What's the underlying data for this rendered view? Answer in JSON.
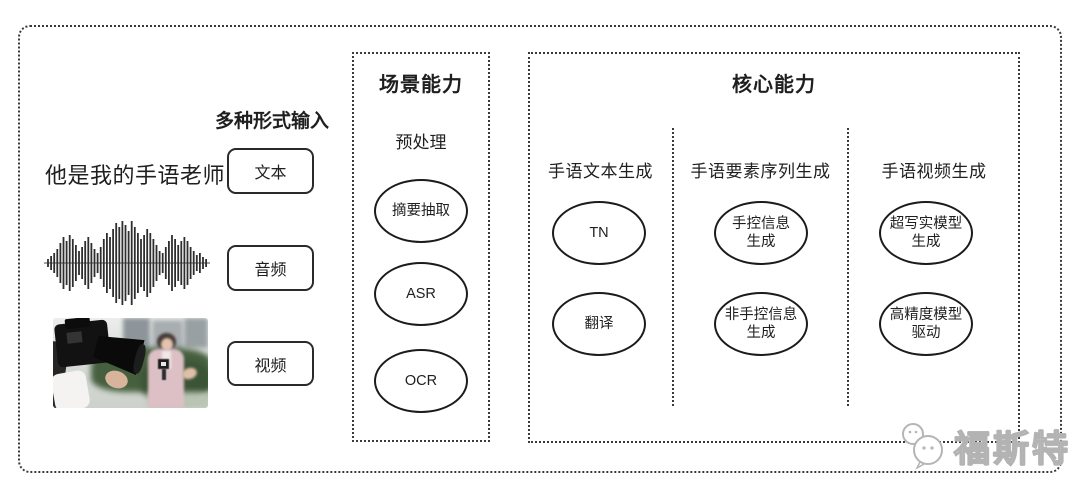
{
  "input": {
    "label": "多种形式输入",
    "sentence": "他是我的手语老师",
    "types": [
      "文本",
      "音频",
      "视频"
    ],
    "waveform_icon": "audio-waveform",
    "photo": "reporter-interview-photo"
  },
  "scene": {
    "title": "场景能力",
    "subtitle": "预处理",
    "nodes": [
      "摘要抽取",
      "ASR",
      "OCR"
    ]
  },
  "core": {
    "title": "核心能力",
    "columns": [
      {
        "label": "手语文本生成",
        "nodes": [
          "TN",
          "翻译"
        ]
      },
      {
        "label": "手语要素序列生成",
        "nodes": [
          "手控信息\n生成",
          "非手控信息\n生成"
        ]
      },
      {
        "label": "手语视频生成",
        "nodes": [
          "超写实模型\n生成",
          "高精度模型\n驱动"
        ]
      }
    ]
  },
  "watermark": {
    "text": "福斯特",
    "icon": "chat-faces-icon"
  },
  "colors": {
    "ink": "#1f1f1f",
    "border": "#3a3a3a",
    "watermark": "#b3b3b3"
  }
}
